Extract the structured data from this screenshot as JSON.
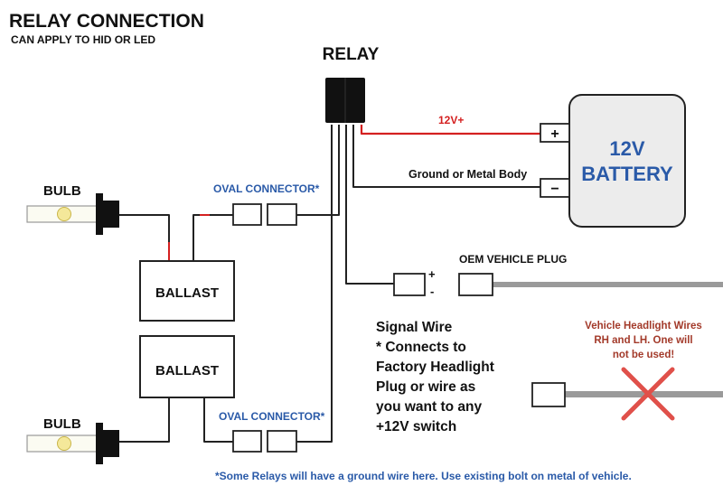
{
  "title": "RELAY CONNECTION",
  "subtitle": "CAN APPLY TO HID OR LED",
  "relay_label": "RELAY",
  "battery": {
    "line1": "12V",
    "line2": "BATTERY",
    "plus_symbol": "+",
    "minus_symbol": "−"
  },
  "wire_12v_label": "12V+",
  "ground_label": "Ground or Metal Body",
  "bulb_top_label": "BULB",
  "bulb_bottom_label": "BULB",
  "oval_connector_top": "OVAL CONNECTOR*",
  "oval_connector_bottom": "OVAL CONNECTOR*",
  "ballast_top": "BALLAST",
  "ballast_bottom": "BALLAST",
  "oem_plug_label": "OEM VEHICLE PLUG",
  "signal_plus": "+",
  "signal_minus": "-",
  "signal_wire_note": [
    "Signal Wire",
    "* Connects to",
    "Factory Headlight",
    "Plug or wire as",
    "you want to any",
    "+12V switch"
  ],
  "headlight_wires_note": [
    "Vehicle Headlight Wires",
    "RH and LH. One will",
    "not be used!"
  ],
  "footnote": "*Some Relays will have a ground wire here. Use existing bolt on metal of vehicle.",
  "colors": {
    "accent_blue": "#2a5aa8",
    "wire_red": "#d42020",
    "x_mark": "#e0504a",
    "note_red": "#a33a2a",
    "plug_cable": "#9a9a9a",
    "battery_fill": "#ececec"
  }
}
